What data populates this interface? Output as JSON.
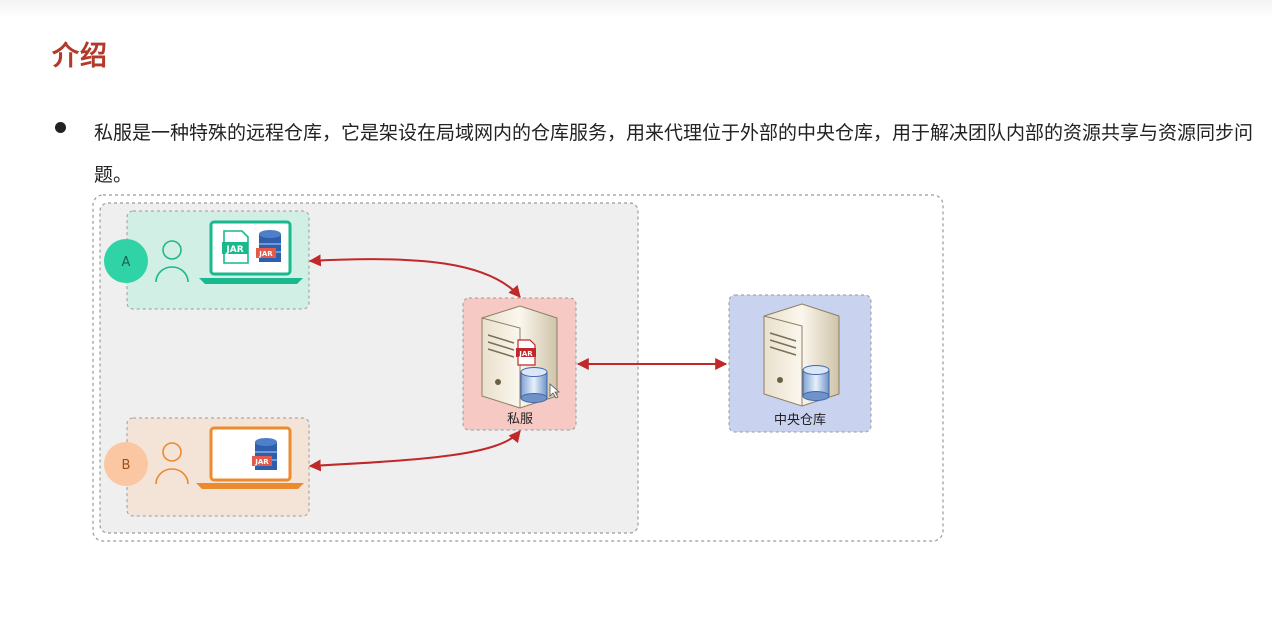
{
  "heading": "介绍",
  "paragraph": "私服是一种特殊的远程仓库，它是架设在局域网内的仓库服务，用来代理位于外部的中央仓库，用于解决团队内部的资源共享与资源同步问题。",
  "diagram": {
    "user_a_label": "A",
    "user_b_label": "B",
    "jar_label": "JAR",
    "private_server_label": "私服",
    "central_repo_label": "中央仓库"
  },
  "colors": {
    "heading": "#b23a2a",
    "arrow": "#c0282a",
    "user_a_accent": "#19b98d",
    "user_b_accent": "#ec8a2e",
    "private_server_bg": "#f6c9c4",
    "central_repo_bg": "#c9d2ef"
  }
}
